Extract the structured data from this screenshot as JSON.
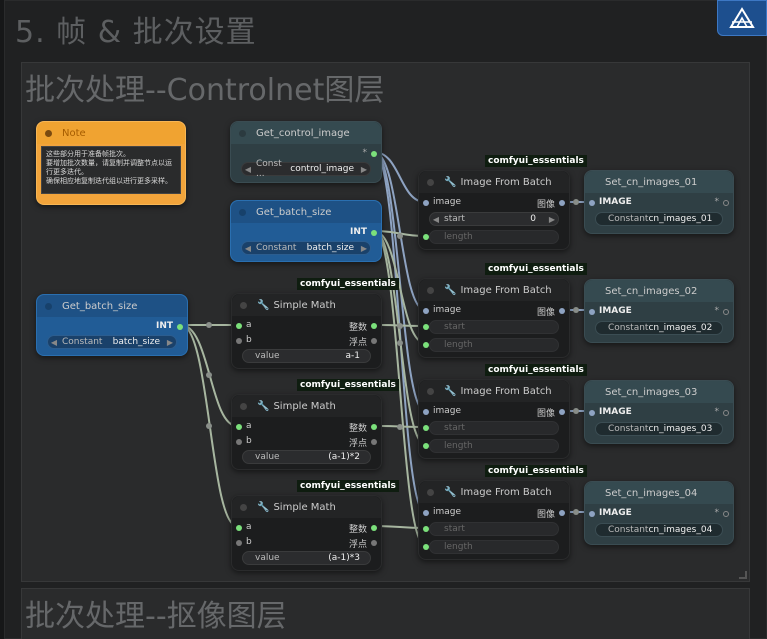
{
  "groups": {
    "outer_title": "5. 帧 & 批次设置",
    "inner_title": "批次处理--Controlnet图层",
    "inner2_title": "批次处理--抠像图层"
  },
  "note": {
    "title": "Note",
    "text": "这些部分用于准备帧批次。\n要增加批次数量，请复制并调整节点以运行更多迭代。\n确保相应地复制迭代组以进行更多采样。"
  },
  "get_control_image": {
    "title": "Get_control_image",
    "widget_label": "Const ...",
    "widget_value": "control_image"
  },
  "get_batch_size_top": {
    "title": "Get_batch_size",
    "output": "INT",
    "widget_label": "Constant",
    "widget_value": "batch_size"
  },
  "get_batch_size_left": {
    "title": "Get_batch_size",
    "output": "INT",
    "widget_label": "Constant",
    "widget_value": "batch_size"
  },
  "badge_text": "comfyui_essentials",
  "simple_math": [
    {
      "title": "Simple Math",
      "in_a": "a",
      "in_b": "b",
      "out_int": "整数",
      "out_float": "浮点",
      "value_label": "value",
      "value": "a-1"
    },
    {
      "title": "Simple Math",
      "in_a": "a",
      "in_b": "b",
      "out_int": "整数",
      "out_float": "浮点",
      "value_label": "value",
      "value": "(a-1)*2"
    },
    {
      "title": "Simple Math",
      "in_a": "a",
      "in_b": "b",
      "out_int": "整数",
      "out_float": "浮点",
      "value_label": "value",
      "value": "(a-1)*3"
    }
  ],
  "image_from_batch": [
    {
      "title": "Image From Batch",
      "in_image": "image",
      "out_image": "图像",
      "start_label": "start",
      "start_value": "0",
      "length_label": "length"
    },
    {
      "title": "Image From Batch",
      "in_image": "image",
      "out_image": "图像",
      "start_label": "start",
      "start_value": "",
      "length_label": "length"
    },
    {
      "title": "Image From Batch",
      "in_image": "image",
      "out_image": "图像",
      "start_label": "start",
      "start_value": "",
      "length_label": "length"
    },
    {
      "title": "Image From Batch",
      "in_image": "image",
      "out_image": "图像",
      "start_label": "start",
      "start_value": "",
      "length_label": "length"
    }
  ],
  "set_nodes": [
    {
      "title": "Set_cn_images_01",
      "input": "IMAGE",
      "widget_label": "Constant",
      "widget_value": "cn_images_01"
    },
    {
      "title": "Set_cn_images_02",
      "input": "IMAGE",
      "widget_label": "Constant",
      "widget_value": "cn_images_02"
    },
    {
      "title": "Set_cn_images_03",
      "input": "IMAGE",
      "widget_label": "Constant",
      "widget_value": "cn_images_03"
    },
    {
      "title": "Set_cn_images_04",
      "input": "IMAGE",
      "widget_label": "Constant",
      "widget_value": "cn_images_04"
    }
  ],
  "colors": {
    "int_socket": "#7be07b",
    "image_socket": "#8ea3c2",
    "note_bg": "#f2a43b",
    "get_node_blue": "#215c96",
    "set_node_slate": "#2f3f44"
  }
}
